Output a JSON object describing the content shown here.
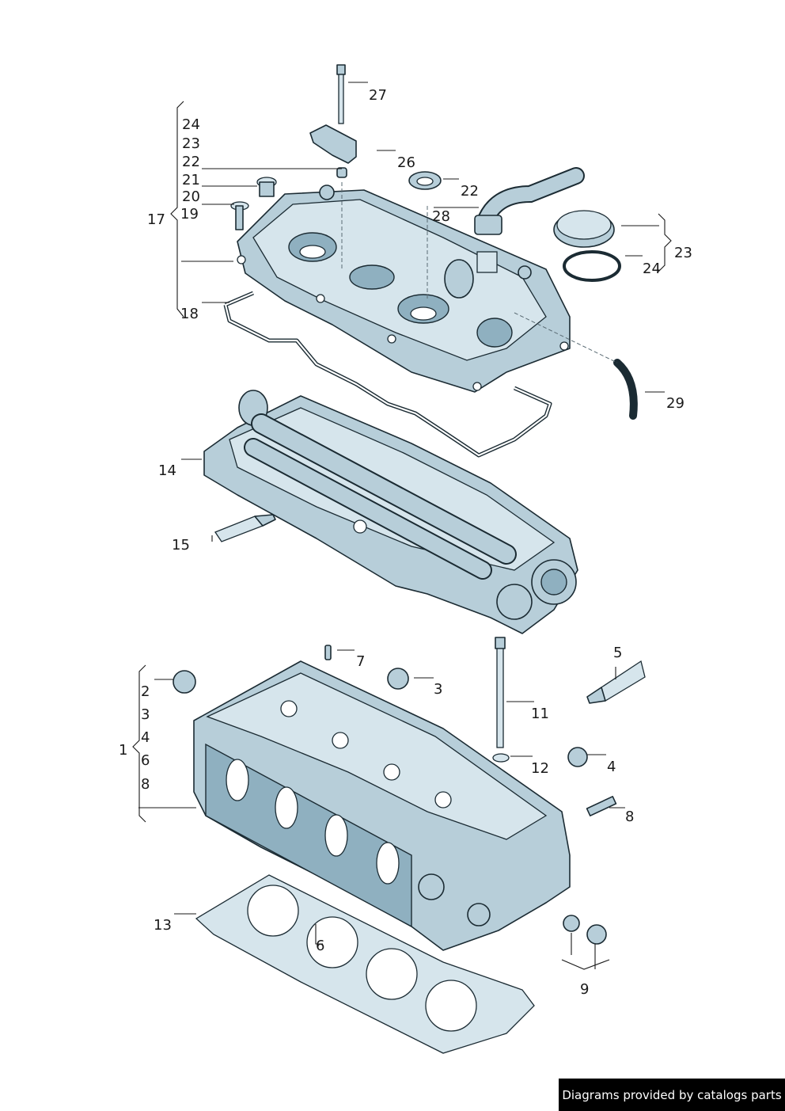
{
  "credit": "Diagrams provided by catalogs parts",
  "callouts": {
    "c27": "27",
    "c26": "26",
    "c22a": "22",
    "c28": "28",
    "c24a": "24",
    "c23a": "23",
    "c22b": "22",
    "c21": "21",
    "c20": "20",
    "c19": "19",
    "c17": "17",
    "c18": "18",
    "c23b": "23",
    "c24b": "24",
    "c29": "29",
    "c14": "14",
    "c15": "15",
    "c7": "7",
    "c5": "5",
    "c2": "2",
    "c3a": "3",
    "c3b": "3",
    "c4a": "4",
    "c1": "1",
    "c6a": "6",
    "c8a": "8",
    "c11": "11",
    "c12": "12",
    "c4b": "4",
    "c8b": "8",
    "c13": "13",
    "c6b": "6",
    "c9": "9"
  }
}
